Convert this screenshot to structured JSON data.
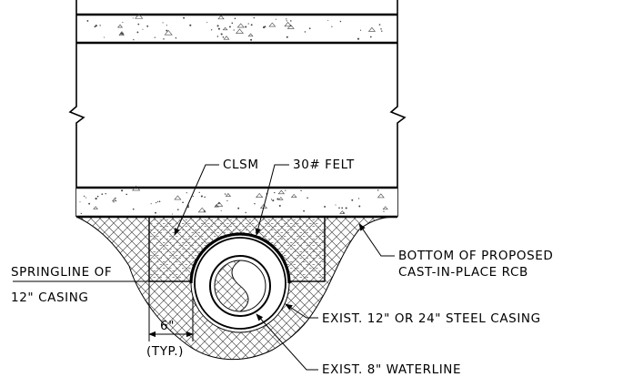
{
  "drawing": {
    "labels": {
      "clsm": "CLSM",
      "felt": "30# FELT",
      "bottom_line1": "BOTTOM OF PROPOSED",
      "bottom_line2": "CAST-IN-PLACE RCB",
      "springline_line1": "SPRINGLINE OF",
      "springline_line2": "12\" CASING",
      "casing": "EXIST. 12\" OR 24\" STEEL CASING",
      "waterline": "EXIST. 8\" WATERLINE",
      "dim_value": "6\"",
      "dim_typ": "(TYP.)"
    }
  }
}
